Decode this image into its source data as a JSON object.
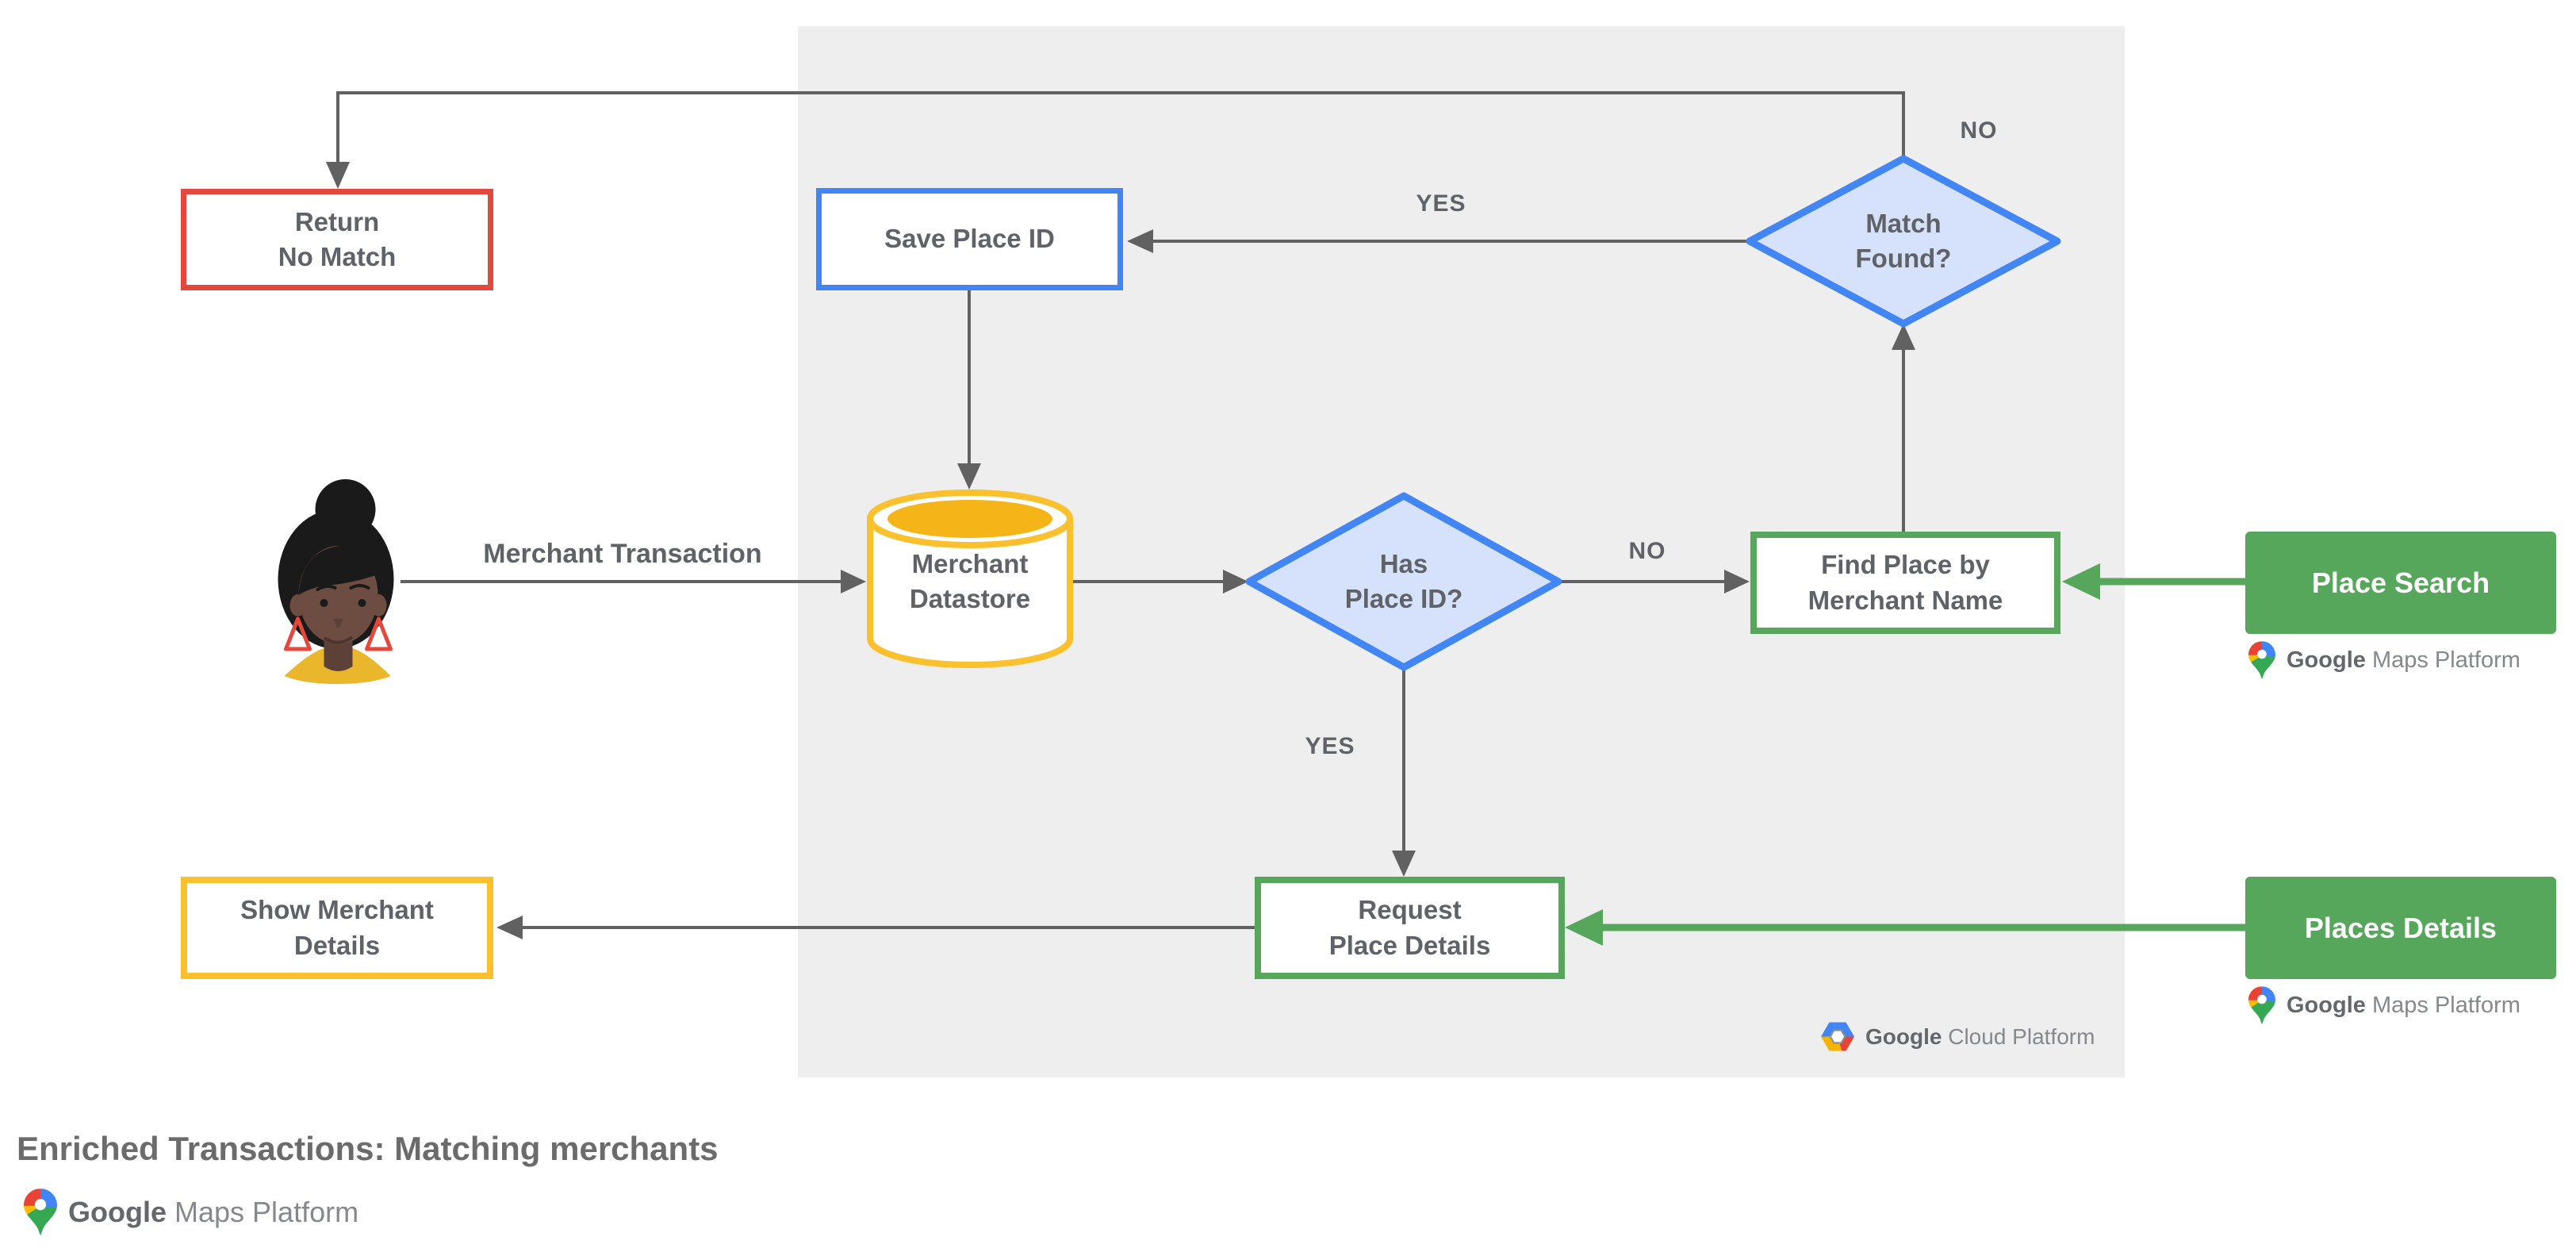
{
  "title": "Enriched Transactions: Matching merchants",
  "nodes": {
    "return_no_match": "Return\nNo Match",
    "save_place_id": "Save Place ID",
    "match_found": "Match\nFound?",
    "merchant_datastore": "Merchant\nDatastore",
    "has_place_id": "Has\nPlace ID?",
    "find_place_by_merchant_name": "Find Place by\nMerchant Name",
    "place_search": "Place Search",
    "request_place_details": "Request\nPlace Details",
    "places_details": "Places Details",
    "show_merchant_details": "Show Merchant\nDetails"
  },
  "edge_labels": {
    "match_found_no": "NO",
    "match_found_yes": "YES",
    "has_place_id_no": "NO",
    "has_place_id_yes": "YES"
  },
  "annotations": {
    "merchant_transaction": "Merchant Transaction"
  },
  "logos": {
    "maps": {
      "brand": "Google",
      "product": "Maps Platform"
    },
    "cloud": {
      "brand": "Google",
      "product": "Cloud Platform"
    }
  },
  "colors": {
    "red": "#E4483C",
    "blue": "#4285F4",
    "blue_fill": "#D6E2FB",
    "yellow": "#FBC02D",
    "yellow_fill": "#F5B518",
    "green": "#56A65C",
    "gray_line": "#616161",
    "text": "#5F6368",
    "title": "#6B6B6B",
    "panel": "#EEEEEE",
    "logo_dark": "#64686C",
    "logo_light": "#85888C",
    "pin_red": "#EA4335",
    "pin_blue": "#4285F4",
    "pin_yellow": "#FBBC04",
    "pin_green": "#34A853"
  }
}
